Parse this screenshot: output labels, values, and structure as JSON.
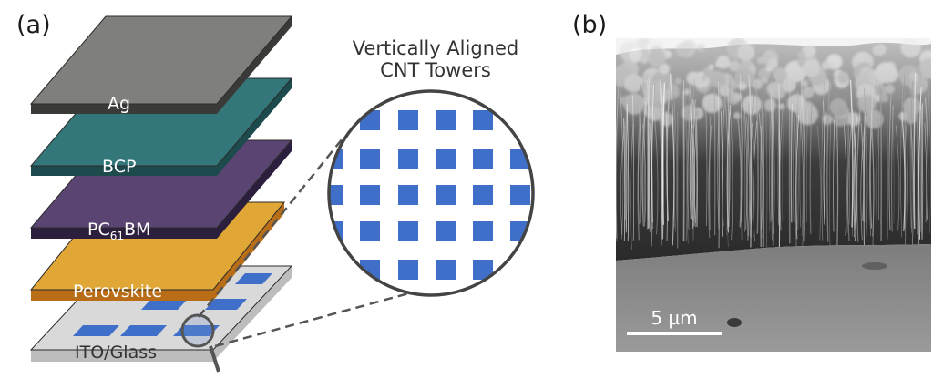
{
  "panel_a": {
    "label": "(a)",
    "layers": [
      {
        "name": "Ag",
        "top_color": "#7f807c",
        "side_color": "#3a3b38"
      },
      {
        "name": "BCP",
        "top_color": "#33777a",
        "side_color": "#1d4a4c"
      },
      {
        "name_main": "PC",
        "name_sub": "61",
        "name_tail": "BM",
        "top_color": "#5a4572",
        "side_color": "#2c1f3d"
      },
      {
        "name": "Perovskite",
        "top_color": "#e0a736",
        "side_color": "#b86d16"
      },
      {
        "name": "ITO/Glass",
        "top_color": "#d9d9d9",
        "side_color": "#bdbdbd"
      }
    ],
    "pad_color": "#3f6fc8",
    "callout": {
      "title_line1": "Vertically Aligned",
      "title_line2": "CNT Towers"
    }
  },
  "panel_b": {
    "label": "(b)",
    "scale_bar": "5 µm"
  }
}
